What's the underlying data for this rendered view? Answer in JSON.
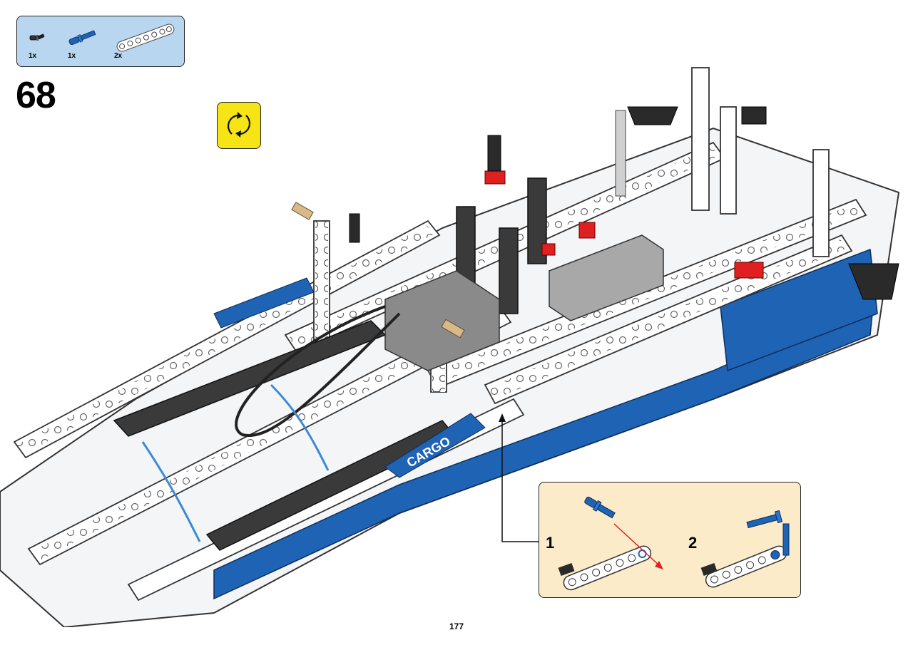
{
  "parts_list": {
    "items": [
      {
        "name": "black-friction-axle-pin",
        "qty": "1x"
      },
      {
        "name": "blue-axle-pin",
        "qty": "1x"
      },
      {
        "name": "white-beam-7",
        "qty": "2x"
      }
    ]
  },
  "step": {
    "number": "68"
  },
  "rotate_indicator": {
    "icon": "rotate-model-icon",
    "color": "#f7e414"
  },
  "callout": {
    "sub_steps": [
      {
        "label": "1"
      },
      {
        "label": "2"
      }
    ]
  },
  "model": {
    "decal_text": "CARGO"
  },
  "page": {
    "number": "177"
  },
  "colors": {
    "parts_box": "#b8d6ef",
    "callout_box": "#fbebc9",
    "brick_blue": "#1f63b5",
    "brick_white": "#ffffff",
    "brick_dark": "#3a3a3a",
    "brick_red": "#e02020"
  }
}
